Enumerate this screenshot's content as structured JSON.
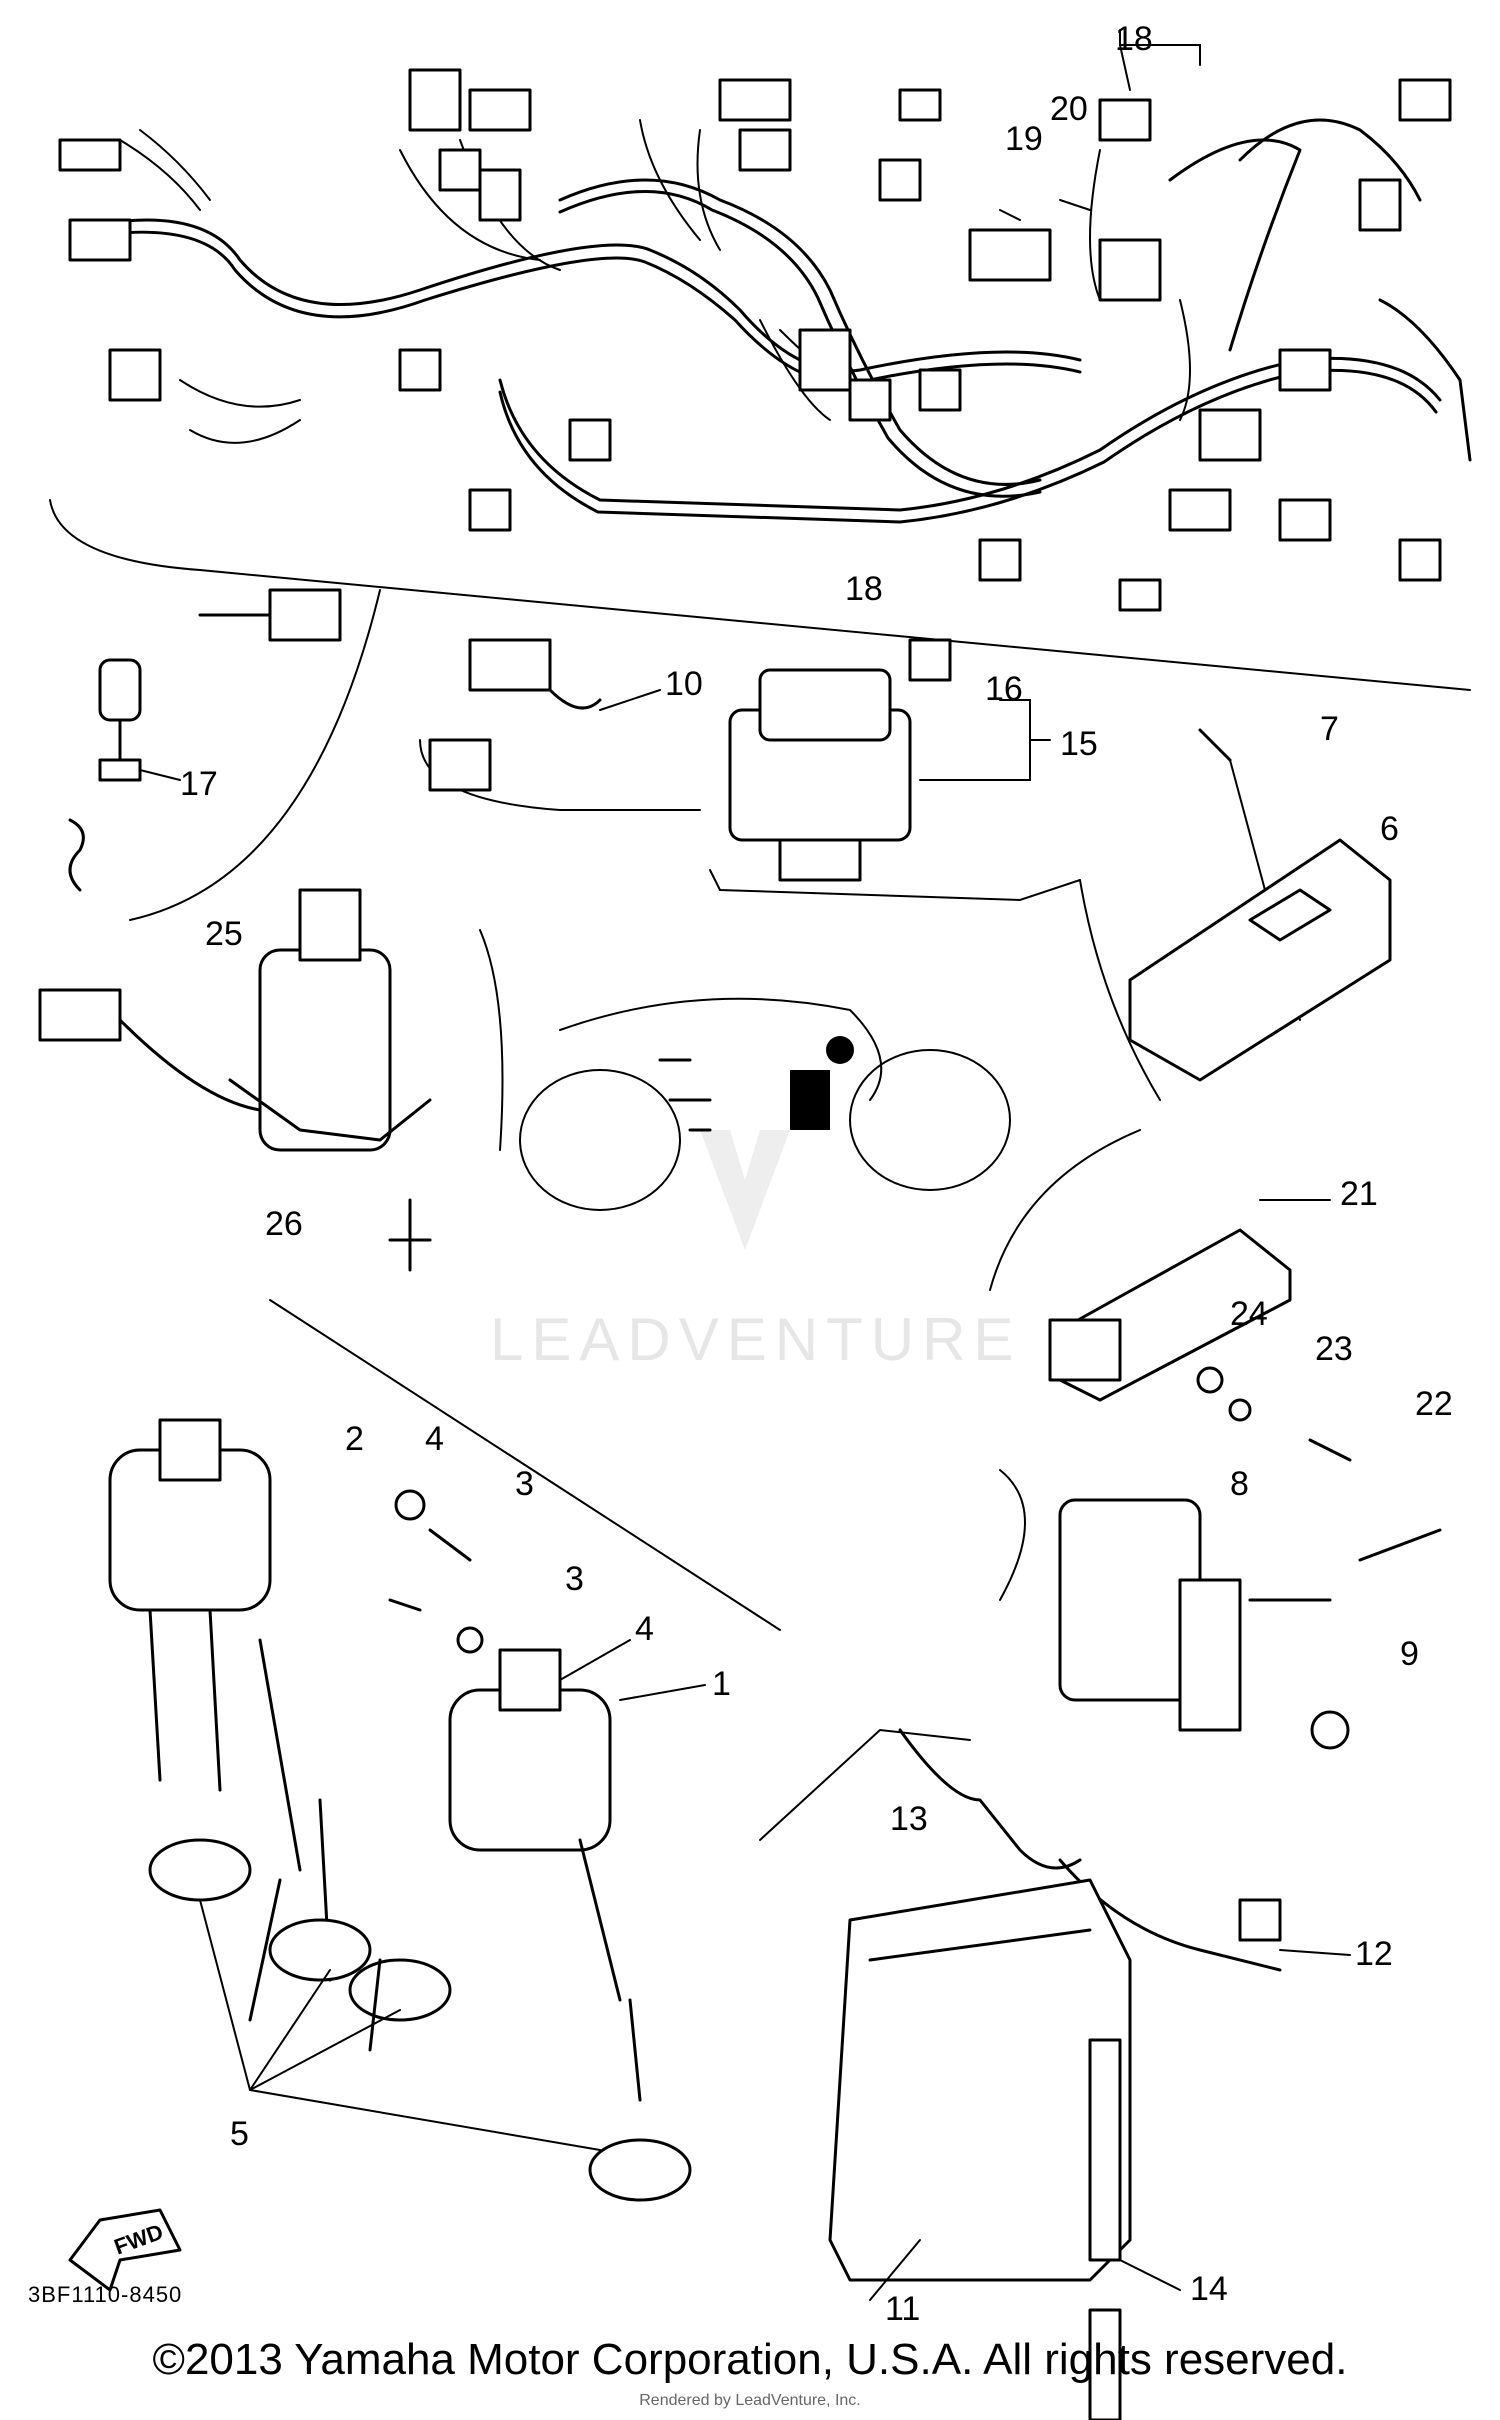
{
  "diagram": {
    "catalog_code": "3BF1110-8450",
    "fwd_label": "FWD",
    "watermark": "LEADVENTURE",
    "copyright": "©2013 Yamaha Motor Corporation, U.S.A. All rights reserved.",
    "rendered_by": "Rendered by LeadVenture, Inc.",
    "part_labels": [
      {
        "id": "18a",
        "text": "18"
      },
      {
        "id": "18b",
        "text": "18"
      },
      {
        "id": "19",
        "text": "19"
      },
      {
        "id": "20",
        "text": "20"
      },
      {
        "id": "17",
        "text": "17"
      },
      {
        "id": "10",
        "text": "10"
      },
      {
        "id": "16",
        "text": "16"
      },
      {
        "id": "15",
        "text": "15"
      },
      {
        "id": "7",
        "text": "7"
      },
      {
        "id": "6",
        "text": "6"
      },
      {
        "id": "25",
        "text": "25"
      },
      {
        "id": "26",
        "text": "26"
      },
      {
        "id": "21",
        "text": "21"
      },
      {
        "id": "24",
        "text": "24"
      },
      {
        "id": "23",
        "text": "23"
      },
      {
        "id": "22",
        "text": "22"
      },
      {
        "id": "2",
        "text": "2"
      },
      {
        "id": "4a",
        "text": "4"
      },
      {
        "id": "3a",
        "text": "3"
      },
      {
        "id": "3b",
        "text": "3"
      },
      {
        "id": "4b",
        "text": "4"
      },
      {
        "id": "1",
        "text": "1"
      },
      {
        "id": "8",
        "text": "8"
      },
      {
        "id": "9",
        "text": "9"
      },
      {
        "id": "13",
        "text": "13"
      },
      {
        "id": "12",
        "text": "12"
      },
      {
        "id": "5",
        "text": "5"
      },
      {
        "id": "11",
        "text": "11"
      },
      {
        "id": "14",
        "text": "14"
      }
    ]
  }
}
